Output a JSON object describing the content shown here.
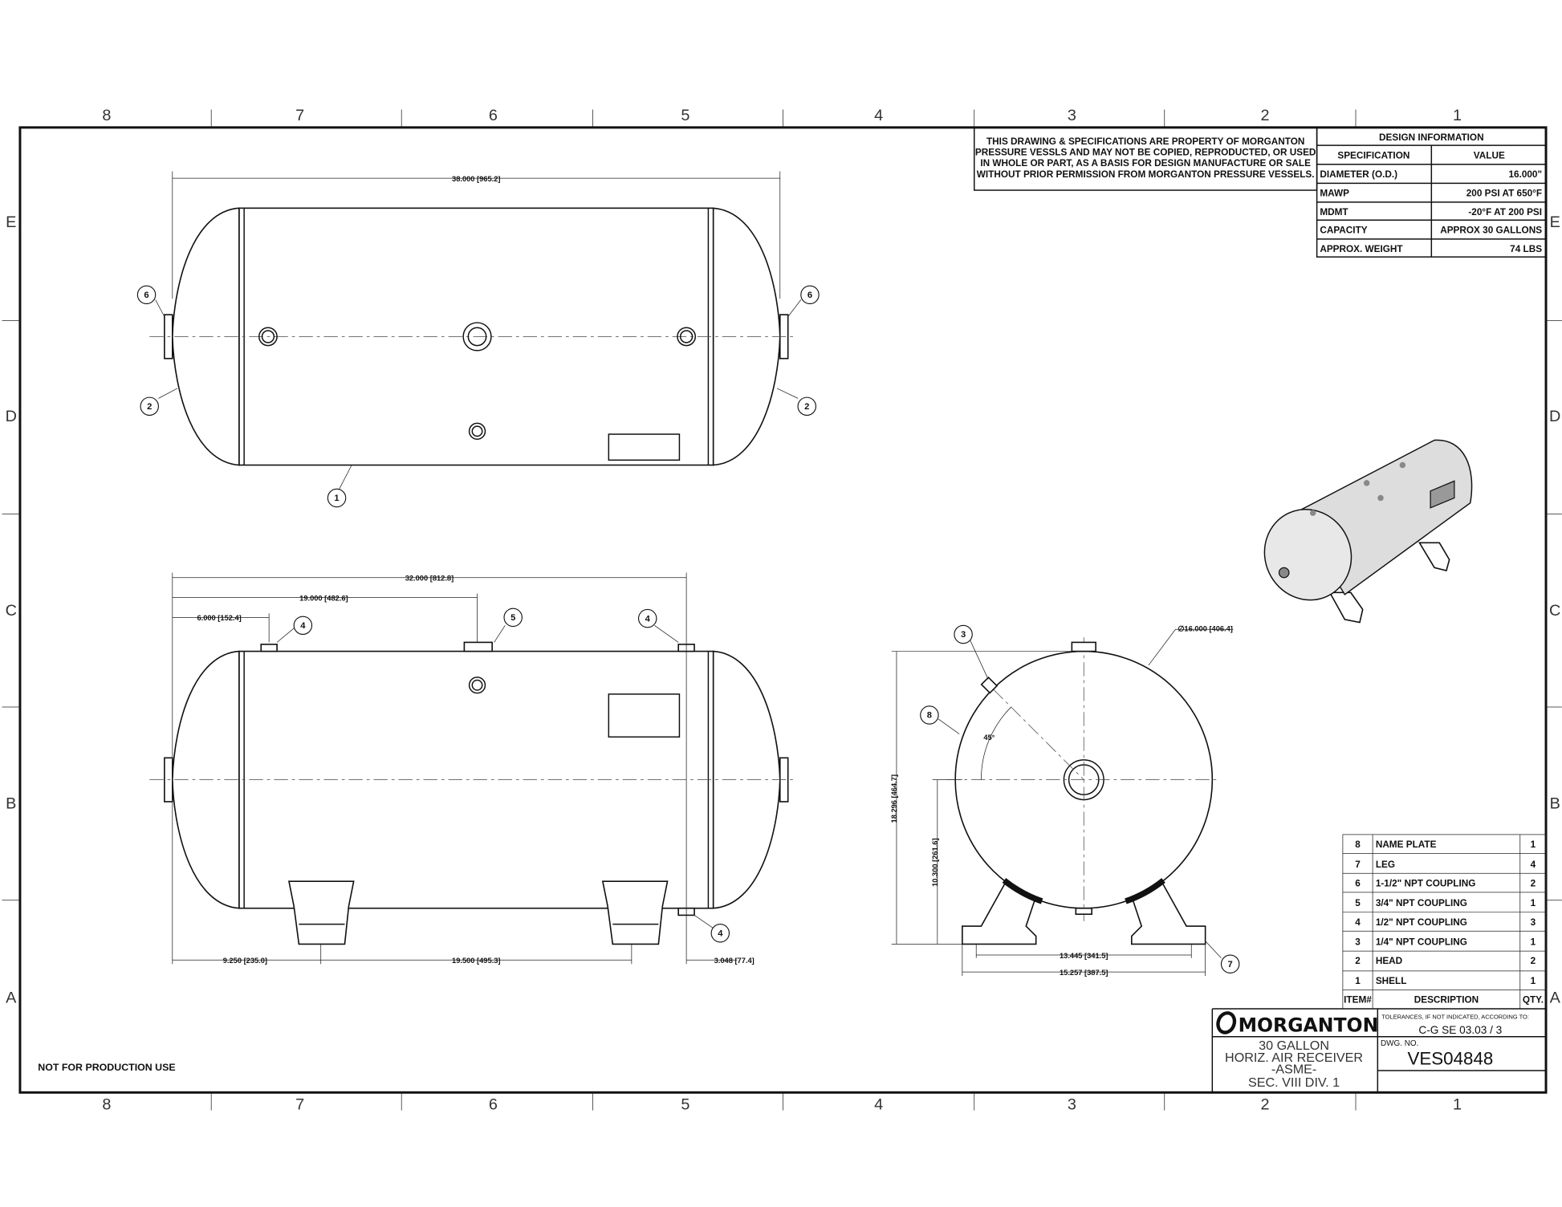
{
  "zones": {
    "columns": [
      "8",
      "7",
      "6",
      "5",
      "4",
      "3",
      "2",
      "1"
    ],
    "rows": [
      "E",
      "D",
      "C",
      "B",
      "A"
    ]
  },
  "notice": [
    "THIS DRAWING & SPECIFICATIONS ARE PROPERTY OF MORGANTON",
    "PRESSURE VESSLS AND MAY NOT BE COPIED, REPRODUCTED,  OR USED",
    "IN WHOLE OR PART, AS A BASIS FOR DESIGN MANUFACTURE OR SALE",
    "WITHOUT PRIOR PERMISSION FROM MORGANTON PRESSURE VESSELS."
  ],
  "design_info": {
    "title": "DESIGN INFORMATION",
    "headers": [
      "SPECIFICATION",
      "VALUE"
    ],
    "rows": [
      {
        "spec": "DIAMETER (O.D.)",
        "value": "16.000\""
      },
      {
        "spec": "MAWP",
        "value": "200 PSI AT 650°F"
      },
      {
        "spec": "MDMT",
        "value": "-20°F AT 200 PSI"
      },
      {
        "spec": "CAPACITY",
        "value": "APPROX 30 GALLONS"
      },
      {
        "spec": "APPROX. WEIGHT",
        "value": "74 LBS"
      }
    ]
  },
  "parts_list": {
    "headers": [
      "ITEM#",
      "DESCRIPTION",
      "QTY."
    ],
    "rows": [
      {
        "item": "8",
        "desc": "NAME PLATE",
        "qty": "1"
      },
      {
        "item": "7",
        "desc": "LEG",
        "qty": "4"
      },
      {
        "item": "6",
        "desc": "1-1/2\" NPT COUPLING",
        "qty": "2"
      },
      {
        "item": "5",
        "desc": "3/4\" NPT COUPLING",
        "qty": "1"
      },
      {
        "item": "4",
        "desc": "1/2\" NPT COUPLING",
        "qty": "3"
      },
      {
        "item": "3",
        "desc": "1/4\" NPT COUPLING",
        "qty": "1"
      },
      {
        "item": "2",
        "desc": "HEAD",
        "qty": "2"
      },
      {
        "item": "1",
        "desc": "SHELL",
        "qty": "1"
      }
    ]
  },
  "title_block": {
    "logo": "MORGANTON",
    "title_lines": [
      "30 GALLON",
      "HORIZ. AIR RECEIVER",
      "-ASME-",
      "SEC. VIII DIV. 1"
    ],
    "tolerance_label": "TOLERANCES, IF NOT INDICATED, ACCORDING TO:",
    "tolerance_value": "C-G SE 03.03 / 3",
    "dwg_label": "DWG. NO.",
    "dwg_no": "VES04848"
  },
  "footer_note": "NOT FOR PRODUCTION USE",
  "dimensions": {
    "overall_length": "38.000 [965.2]",
    "coupling_span": "32.000 [812.8]",
    "center_coupling": "19.000 [482.6]",
    "first_coupling": "6.000 [152.4]",
    "leg_offset": "9.250 [235.0]",
    "leg_span": "19.500 [495.3]",
    "bottom_coupling": "3.048 [77.4]",
    "diameter": "∅16.000 [406.4]",
    "overall_height": "18.296 [464.7]",
    "center_height": "10.300 [261.6]",
    "leg_inner": "13.445 [341.5]",
    "leg_outer": "15.257 [387.5]",
    "angle": "45°"
  },
  "callouts": [
    "1",
    "2",
    "3",
    "4",
    "5",
    "6",
    "7",
    "8"
  ]
}
